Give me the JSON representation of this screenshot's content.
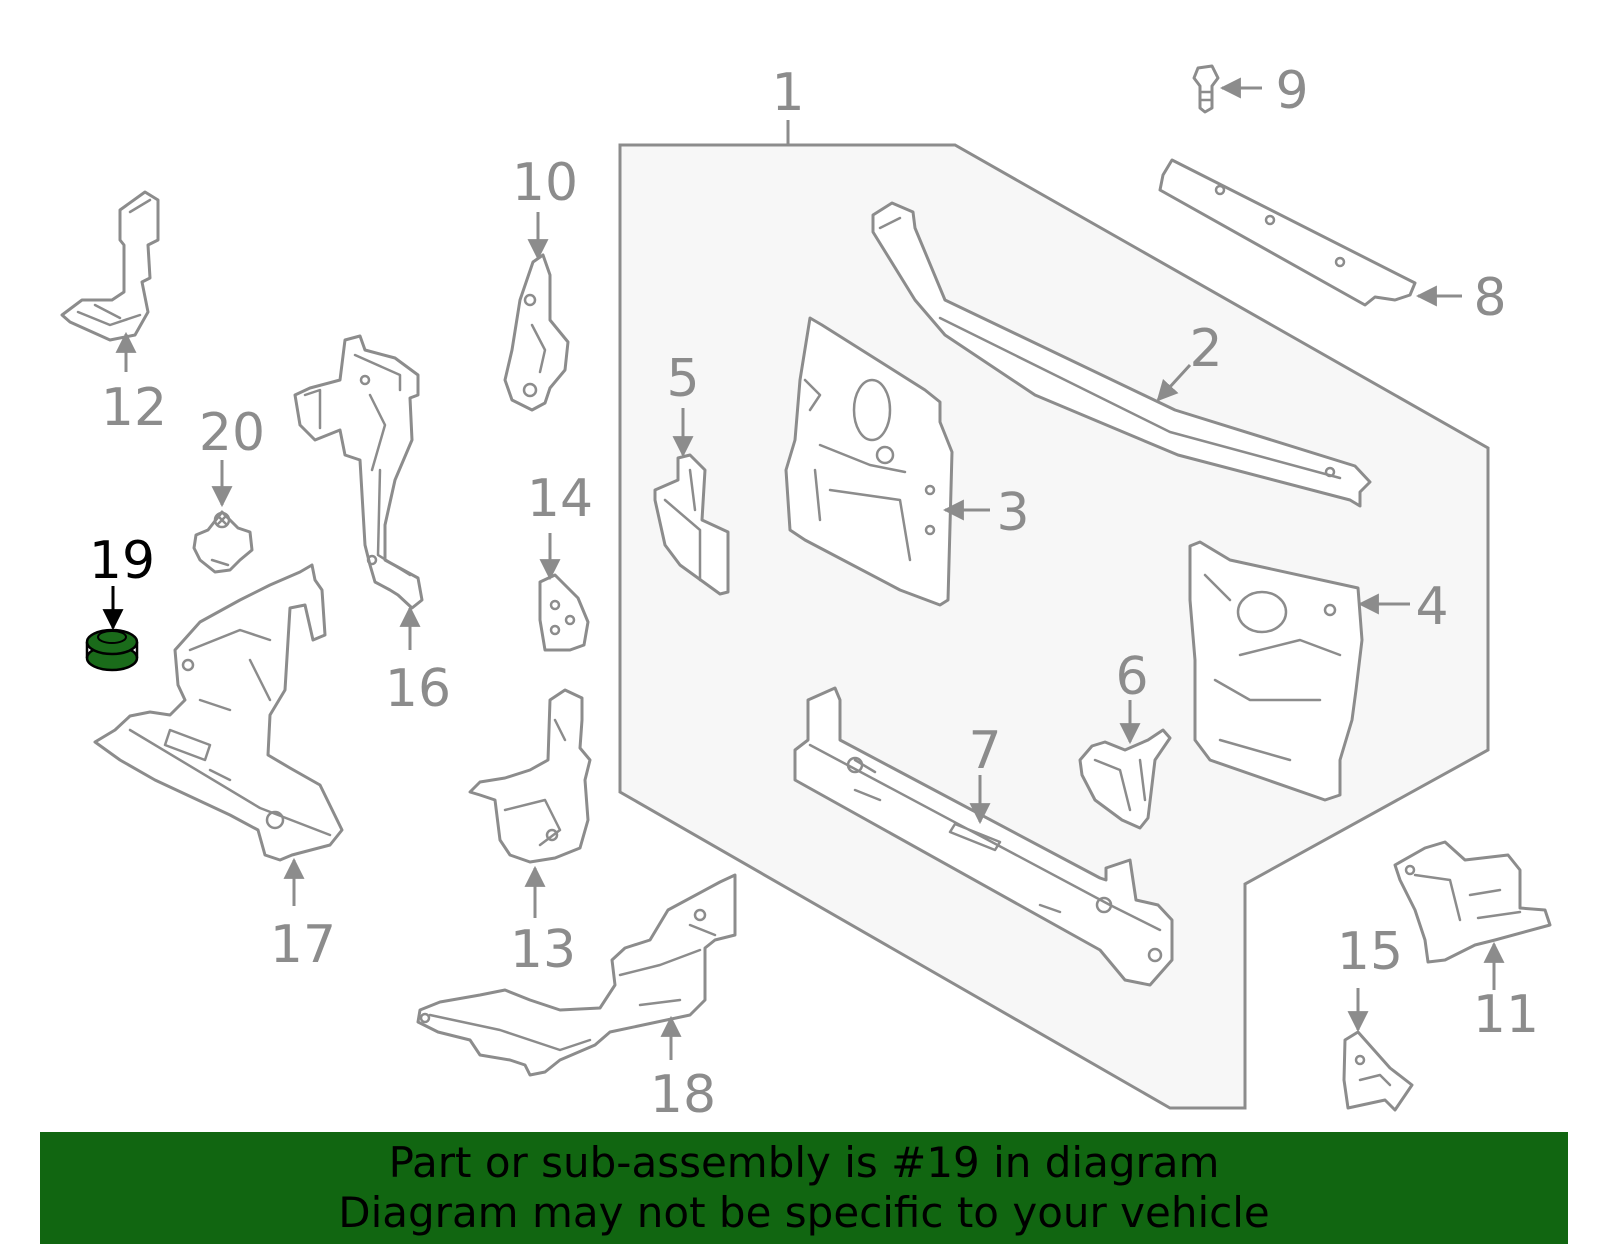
{
  "colors": {
    "line": "#8c8c8c",
    "panel_fill": "#f7f7f7",
    "highlight_part": "#1a6b1a",
    "banner": "#116611",
    "highlight_label": "#000000"
  },
  "callouts": {
    "c1": "1",
    "c2": "2",
    "c3": "3",
    "c4": "4",
    "c5": "5",
    "c6": "6",
    "c7": "7",
    "c8": "8",
    "c9": "9",
    "c10": "10",
    "c11": "11",
    "c12": "12",
    "c13": "13",
    "c14": "14",
    "c15": "15",
    "c16": "16",
    "c17": "17",
    "c18": "18",
    "c19": "19",
    "c20": "20"
  },
  "highlighted_callout": "19",
  "banner": {
    "line1": "Part or sub-assembly is #19 in diagram",
    "line2": "Diagram may not be specific to your vehicle"
  }
}
